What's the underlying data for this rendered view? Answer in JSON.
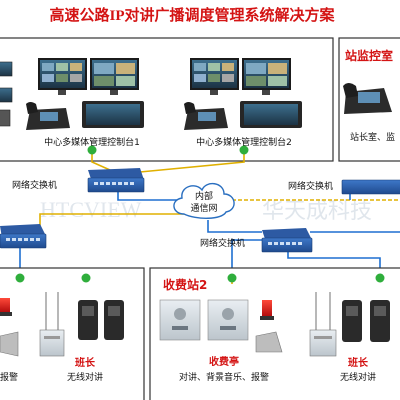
{
  "title": "高速公路IP对讲广播调度管理系统解决方案",
  "watermark": {
    "latin": "HTCVIEW",
    "chinese": "华天成科技"
  },
  "top_panel": {
    "console_1_label": "中心多媒体管理控制台1",
    "console_2_label": "中心多媒体管理控制台2"
  },
  "right_panel": {
    "title": "站监控室",
    "caption": "站长室、监"
  },
  "network": {
    "cloud_line1": "内部",
    "cloud_line2": "通信网",
    "switch_center": "网络交换机",
    "switch_right": "网络交换机",
    "switch_lower": "网络交换机"
  },
  "left_station": {
    "caption_partial": "报警",
    "leader_label": "班长",
    "radio_label": "无线对讲"
  },
  "station2": {
    "title": "收费站2",
    "booth_label": "收费亭",
    "booth_caption": "对讲、背景音乐、报警",
    "leader_label": "班长",
    "radio_label": "无线对讲"
  },
  "colors": {
    "title_red": "#d41414",
    "line_blue": "#1e6fd0",
    "line_yellow": "#e0b000",
    "node_green": "#2fae3c",
    "panel_border": "#333333",
    "switch_blue": "#2a5ca8",
    "radio_dark": "#2a2a2a",
    "siren_red": "#e02020"
  }
}
